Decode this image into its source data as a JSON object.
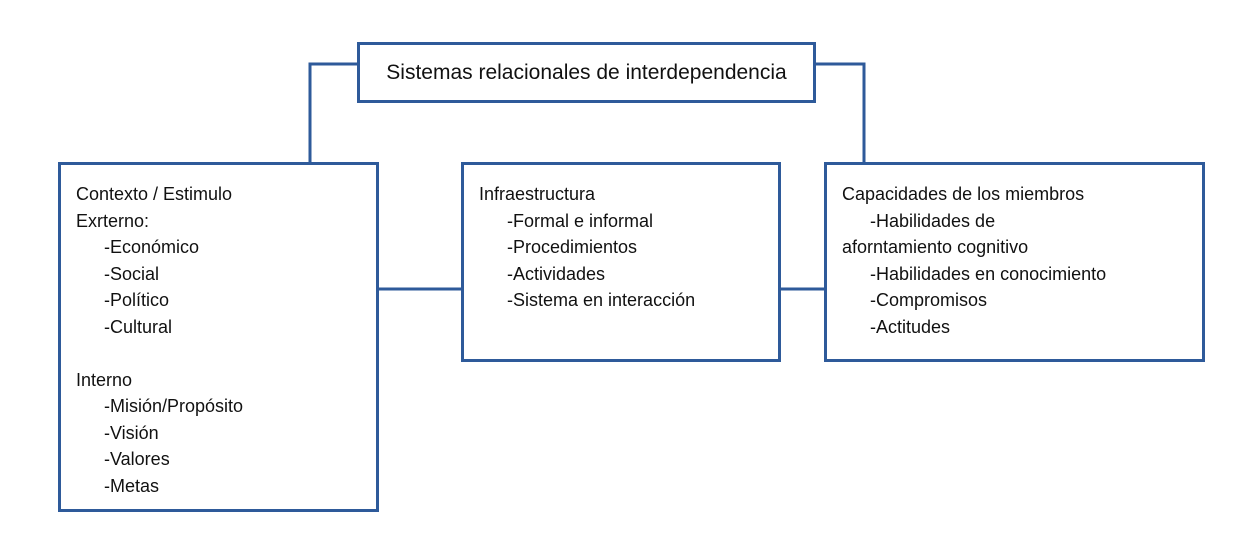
{
  "diagram": {
    "top": {
      "title": "Sistemas relacionales de interdependencia"
    },
    "left": {
      "heading_1": "Contexto / Estimulo",
      "heading_2": "Exrterno:",
      "external_items": [
        "-Económico",
        "-Social",
        "-Político",
        "-Cultural"
      ],
      "heading_3": "Interno",
      "internal_items": [
        "-Misión/Propósito",
        "-Visión",
        "-Valores",
        "-Metas"
      ]
    },
    "center": {
      "heading": "Infraestructura",
      "items": [
        "-Formal e informal",
        "-Procedimientos",
        "-Actividades",
        "-Sistema en interacción"
      ]
    },
    "right": {
      "heading": "Capacidades de los miembros",
      "items": [
        "-Habilidades de",
        "aforntamiento cognitivo",
        "-Habilidades en conocimiento",
        "-Compromisos",
        "-Actitudes"
      ]
    },
    "colors": {
      "border": "#2e5a9a",
      "text": "#111111",
      "background": "#ffffff"
    }
  }
}
